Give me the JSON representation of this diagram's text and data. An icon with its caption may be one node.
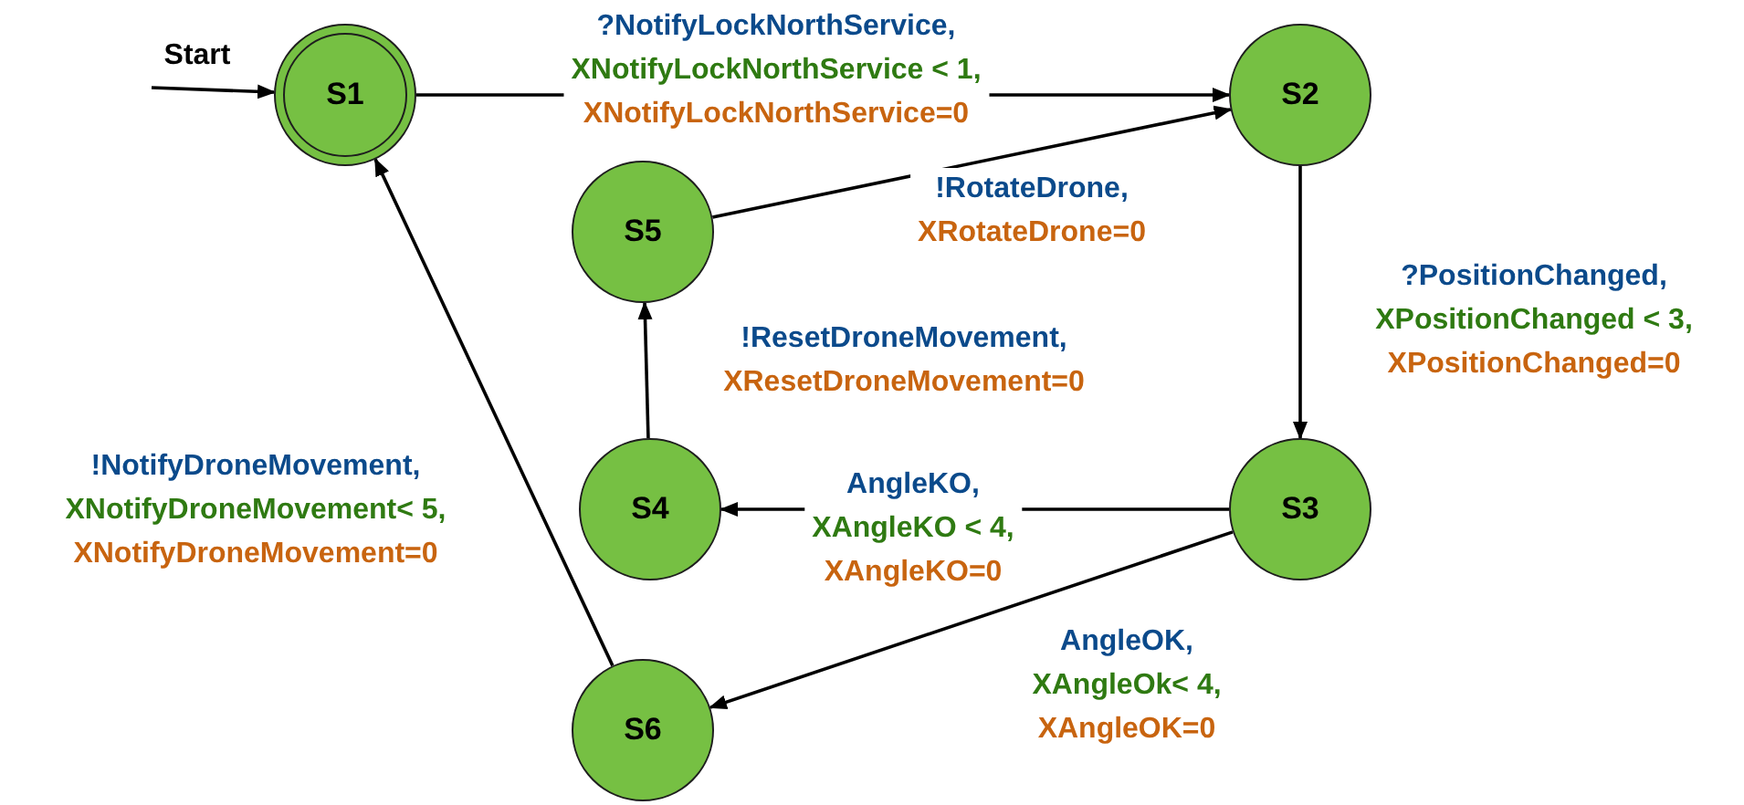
{
  "diagram": {
    "nodes": [
      {
        "text": [
          "Start"
        ]
      },
      {
        "text": [
          "S1"
        ]
      },
      {
        "text": [
          "S2"
        ]
      },
      {
        "text": [
          "S5"
        ]
      },
      {
        "text": [
          "S4"
        ]
      },
      {
        "text": [
          "S3"
        ]
      },
      {
        "text": [
          "S6"
        ]
      }
    ],
    "edges": [
      {
        "from": 0,
        "to": 1,
        "arrow": "to"
      },
      {
        "from": 1,
        "to": 2,
        "arrow": "to",
        "label": "?NotifyLockNorthService, XNotifyLockNorthService < 1, XNotifyLockNorthService=0"
      },
      {
        "from": 3,
        "to": 2,
        "arrow": "to",
        "label": "!RotateDrone, XRotateDrone=0"
      },
      {
        "from": 2,
        "to": 5,
        "arrow": "to",
        "label": "?PositionChanged, XPositionChanged < 3, XPositionChanged=0"
      },
      {
        "from": 5,
        "to": 4,
        "arrow": "to",
        "label": "AngleKO, XAngleKO < 4, XAngleKO=0"
      },
      {
        "from": 5,
        "to": 6,
        "arrow": "to",
        "label": "AngleOK, XAngleOk< 4, XAngleOK=0"
      },
      {
        "from": 4,
        "to": 3,
        "arrow": "to",
        "label": "!ResetDroneMovement, XResetDroneMovement=0"
      },
      {
        "from": 6,
        "to": 1,
        "arrow": "to",
        "label": "!NotifyDroneMovement, XNotifyDroneMovement< 5, XNotifyDroneMovement=0"
      }
    ]
  }
}
